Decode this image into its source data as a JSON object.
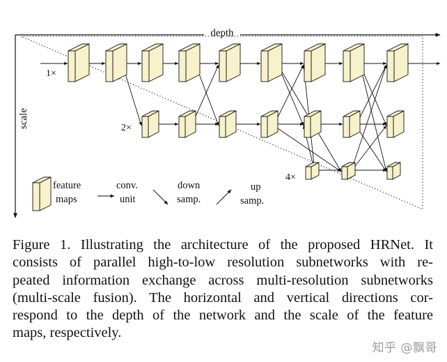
{
  "diagram": {
    "depth_label": "depth",
    "scale_label": "scale",
    "row_labels": [
      "1×",
      "2×",
      "4×"
    ],
    "legend": {
      "feature_maps": [
        "feature",
        "maps"
      ],
      "conv_unit": [
        "conv.",
        "unit"
      ],
      "down_samp": [
        "down",
        "samp."
      ],
      "up_samp": [
        "up",
        "samp."
      ]
    },
    "block_fill": "#f7f1cc",
    "line_color": "#111111"
  },
  "caption": {
    "lines": [
      "Figure 1. Illustrating the architecture of the proposed HRNet. It",
      "consists of parallel high-to-low resolution subnetworks with re-",
      "peated information exchange across multi-resolution subnetworks",
      "(multi-scale fusion). The horizontal and vertical directions cor-",
      "respond to the depth of the network and the scale of the feature",
      "maps, respectively."
    ]
  },
  "watermark": "知乎 @飘哥"
}
